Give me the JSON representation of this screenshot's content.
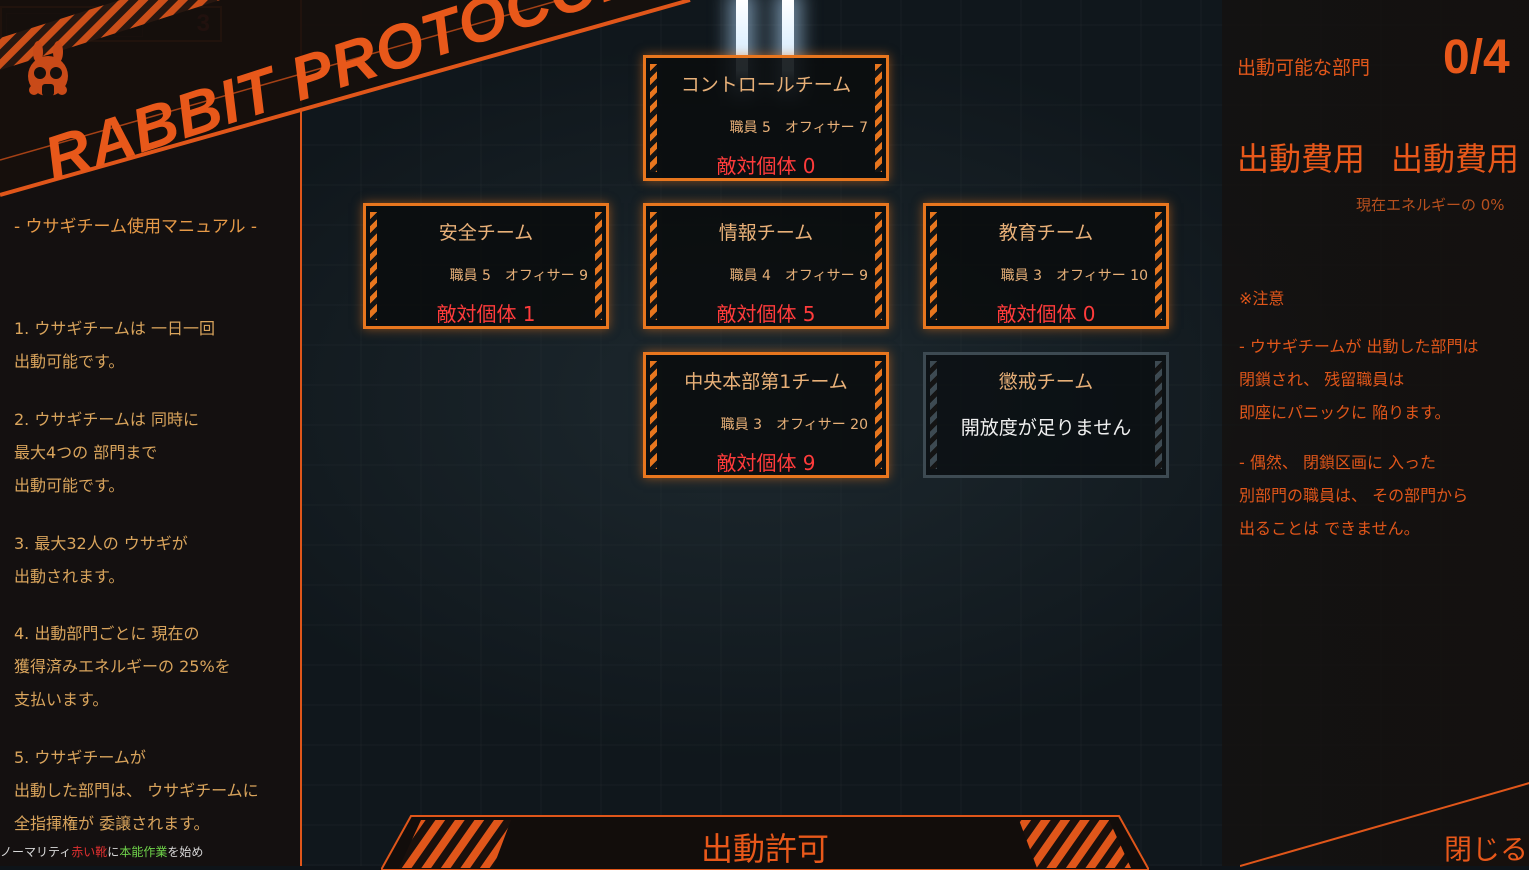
{
  "hud": {
    "counter": "3"
  },
  "logo": {
    "text": "RABBIT PROTOCOL",
    "icon": "rabbit-gasmask-icon"
  },
  "manual": {
    "title": "- ウサギチーム使用マニュアル -",
    "items": [
      {
        "line1": "1. ウサギチームは 一日一回",
        "line2": "出動可能です。",
        "line3": ""
      },
      {
        "line1": "2. ウサギチームは 同時に",
        "line2": "最大4つの 部門まで",
        "line3": "出動可能です。"
      },
      {
        "line1": "3. 最大32人の ウサギが",
        "line2": "出動されます。",
        "line3": ""
      },
      {
        "line1": "4. 出動部門ごとに 現在の",
        "line2": "獲得済みエネルギーの 25%を",
        "line3": "支払います。"
      },
      {
        "line1": "5. ウサギチームが",
        "line2": "出動した部門は、 ウサギチームに",
        "line3": "全指揮権が 委譲されます。"
      }
    ]
  },
  "ticker": {
    "part1": "ノーマリティ",
    "part2": "赤い靴",
    "part3": "に",
    "part4": "本能作業",
    "part5": "を始め"
  },
  "departments": [
    {
      "id": "control",
      "title": "コントロールチーム",
      "staff": "職員 5　オフィサー 7",
      "hostile": "敵対個体 0",
      "locked": false
    },
    {
      "id": "safety",
      "title": "安全チーム",
      "staff": "職員 5　オフィサー 9",
      "hostile": "敵対個体 1",
      "locked": false
    },
    {
      "id": "info",
      "title": "情報チーム",
      "staff": "職員 4　オフィサー 9",
      "hostile": "敵対個体 5",
      "locked": false
    },
    {
      "id": "training",
      "title": "教育チーム",
      "staff": "職員 3　オフィサー 10",
      "hostile": "敵対個体 0",
      "locked": false
    },
    {
      "id": "central1",
      "title": "中央本部第1チーム",
      "staff": "職員 3　オフィサー 20",
      "hostile": "敵対個体 9",
      "locked": false
    },
    {
      "id": "discipline",
      "title": "懲戒チーム",
      "locked_text": "開放度が足りません",
      "locked": true
    }
  ],
  "right": {
    "avail_label": "出動可能な部門",
    "avail_count": "0/4",
    "cost_label_a": "出動費用",
    "cost_label_b": "出動費用",
    "energy_pct": "現在エネルギーの 0%",
    "note_head": "※注意",
    "notes": [
      "- ウサギチームが 出動した部門は",
      "閉鎖され、 残留職員は",
      "即座にパニックに 陥ります。",
      "- 偶然、 閉鎖区画に 入った",
      "別部門の職員は、 その部門から",
      "出ることは できません。"
    ]
  },
  "bottom": {
    "deploy_label": "出動許可",
    "close_label": "閉じる"
  },
  "colors": {
    "accent": "#e8581a",
    "hostile": "#ff3b3b",
    "card_border": "#e8761e",
    "locked_border": "#3d4a52"
  }
}
